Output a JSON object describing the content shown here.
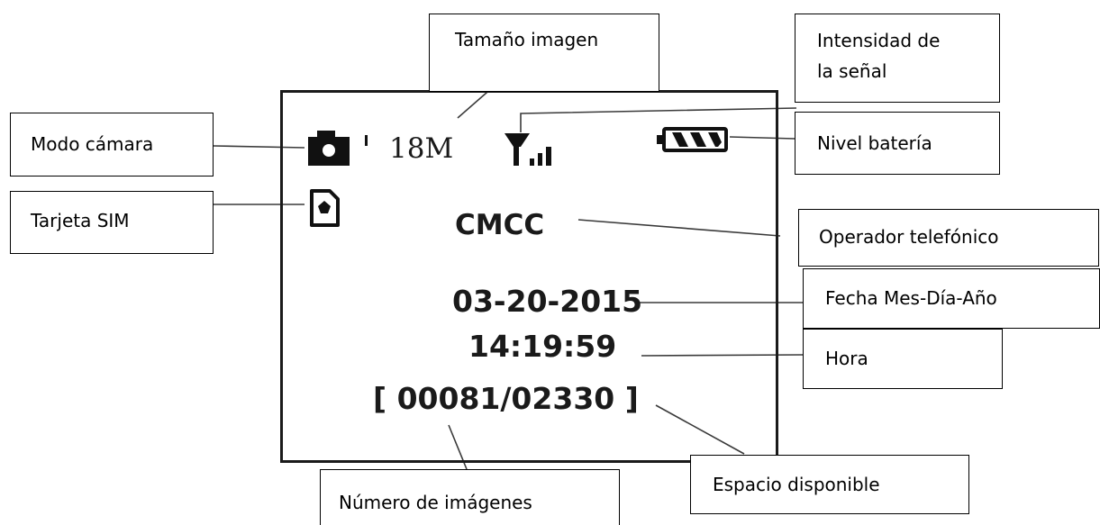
{
  "labels": {
    "image_size": "Tamaño imagen",
    "signal_line1": "Intensidad de",
    "signal_line2": "la señal",
    "camera_mode": "Modo cámara",
    "battery_level": "Nivel batería",
    "sim_card": "Tarjeta SIM",
    "operator": "Operador telefónico",
    "date_format": "Fecha Mes-Día-Año",
    "time": "Hora",
    "free_space": "Espacio disponible",
    "image_count": "Número de imágenes"
  },
  "screen": {
    "image_size": "18M",
    "operator": "CMCC",
    "date": "03-20-2015",
    "time": "14:19:59",
    "counter": "[ 00081/02330 ]"
  },
  "icons": [
    "camera-icon",
    "signal-strength-icon",
    "battery-icon",
    "sim-card-icon"
  ],
  "colors": {
    "ink": "#1a1a1a",
    "background": "#ffffff"
  }
}
